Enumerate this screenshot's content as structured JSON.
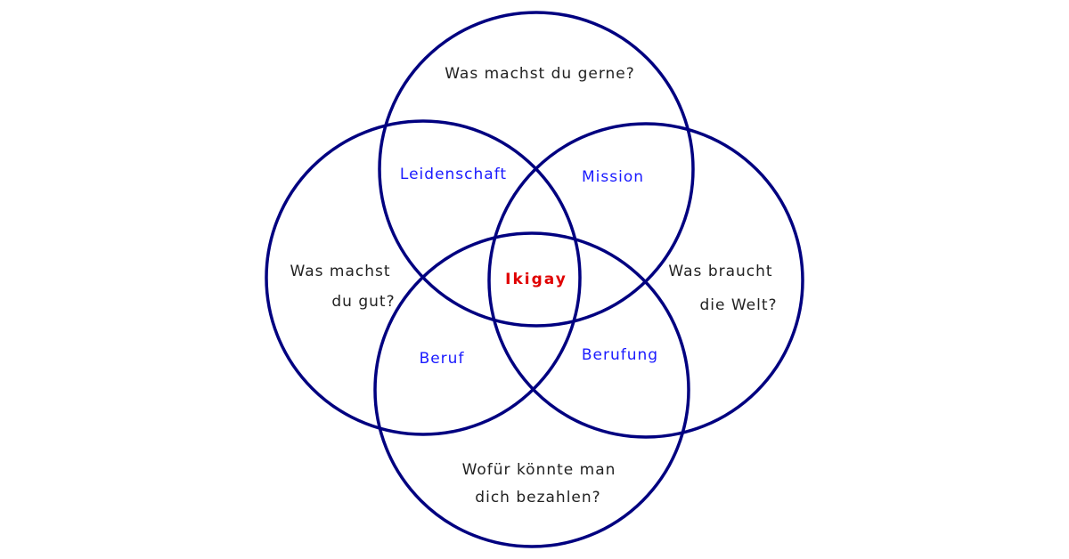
{
  "diagram": {
    "title": "Ikigay",
    "circle_color": "#000080",
    "overlap_color": "#1a1aff",
    "center_color": "#e00000",
    "circles": [
      {
        "id": "top",
        "question": [
          "Was machst du gerne?"
        ]
      },
      {
        "id": "left",
        "question": [
          "Was machst",
          "du gut?"
        ]
      },
      {
        "id": "right",
        "question": [
          "Was braucht",
          "die Welt?"
        ]
      },
      {
        "id": "bottom",
        "question": [
          "Wofür könnte man",
          "dich bezahlen?"
        ]
      }
    ],
    "overlaps": {
      "top_left": "Leidenschaft",
      "top_right": "Mission",
      "left_bottom": "Beruf",
      "right_bottom": "Berufung"
    },
    "center": "Ikigay"
  }
}
